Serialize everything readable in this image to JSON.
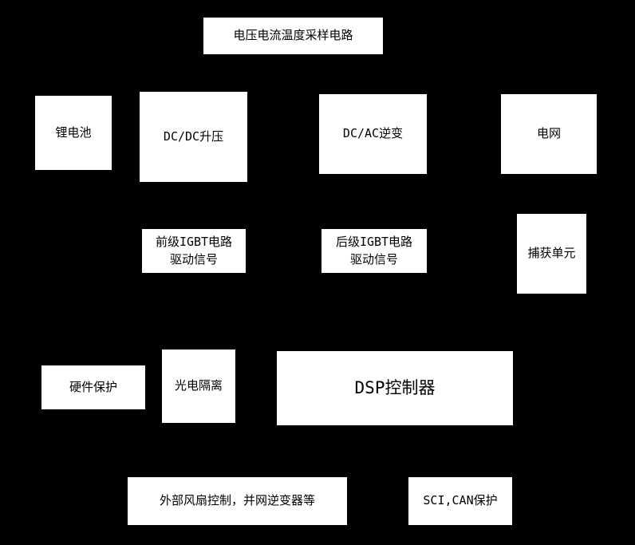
{
  "colors": {
    "background": "#000000",
    "node_fill": "#ffffff",
    "node_text": "#000000"
  },
  "diagram": {
    "nodes": {
      "sampling": {
        "label": "电压电流温度采样电路"
      },
      "battery": {
        "label": "锂电池"
      },
      "dcdc_boost": {
        "label": "DC/DC升压"
      },
      "dcac_inverter": {
        "label": "DC/AC逆变"
      },
      "grid": {
        "label": "电网"
      },
      "front_igbt": {
        "line1": "前级IGBT电路",
        "line2": "驱动信号"
      },
      "rear_igbt": {
        "line1": "后级IGBT电路",
        "line2": "驱动信号"
      },
      "capture_unit": {
        "label": "捕获单元"
      },
      "hardware_protection": {
        "label": "硬件保护"
      },
      "opto_isolation": {
        "label": "光电隔离"
      },
      "dsp_controller": {
        "label": "DSP控制器"
      },
      "fan_control": {
        "label": "外部风扇控制，并网逆变器等"
      },
      "sci_can_protection": {
        "label": "SCI,CAN保护"
      }
    }
  }
}
